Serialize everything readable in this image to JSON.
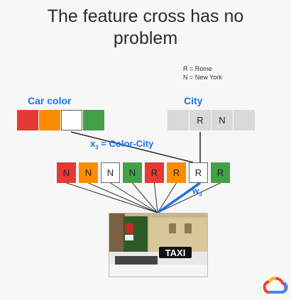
{
  "title_line1": "The feature cross has no",
  "title_line2": "problem",
  "legend": {
    "line1": "R = Rome",
    "line2": "N = New York"
  },
  "car_color": {
    "label": "Car color",
    "cells": [
      "#e53935",
      "#fb8c00",
      "#ffffff",
      "#43a047"
    ]
  },
  "city": {
    "label": "City",
    "cells": [
      "",
      "R",
      "N",
      ""
    ]
  },
  "cross_label": {
    "prefix": "x",
    "sub": "3",
    "suffix": " = Color-City"
  },
  "crossed": {
    "letters": [
      "N",
      "N",
      "N",
      "N",
      "R",
      "R",
      "R",
      "R"
    ],
    "colors": [
      "#e53935",
      "#fb8c00",
      "#ffffff",
      "#43a047",
      "#e53935",
      "#fb8c00",
      "#ffffff",
      "#43a047"
    ]
  },
  "weight_label": {
    "letter": "w",
    "sub": "3"
  },
  "photo_sign": "TAXI",
  "colors": {
    "accent": "#1a73e8",
    "city_gray": "#d9d9d9"
  }
}
